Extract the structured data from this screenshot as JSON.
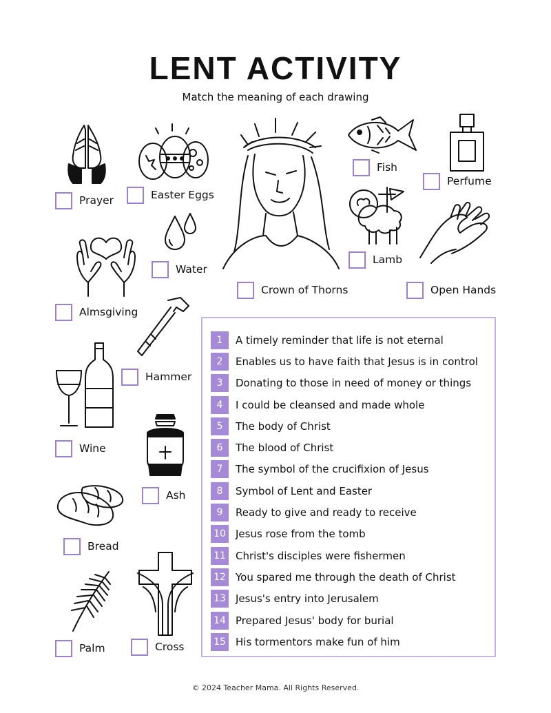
{
  "title": "LENT ACTIVITY",
  "subtitle": "Match the meaning of each drawing",
  "options": [
    {
      "key": "prayer",
      "label": "Prayer"
    },
    {
      "key": "easter_eggs",
      "label": "Easter Eggs"
    },
    {
      "key": "fish",
      "label": "Fish"
    },
    {
      "key": "perfume",
      "label": "Perfume"
    },
    {
      "key": "water",
      "label": "Water"
    },
    {
      "key": "lamb",
      "label": "Lamb"
    },
    {
      "key": "crown",
      "label": "Crown of Thorns"
    },
    {
      "key": "open_hands",
      "label": "Open Hands"
    },
    {
      "key": "almsgiving",
      "label": "Almsgiving"
    },
    {
      "key": "hammer",
      "label": "Hammer"
    },
    {
      "key": "wine",
      "label": "Wine"
    },
    {
      "key": "ash",
      "label": "Ash"
    },
    {
      "key": "bread",
      "label": "Bread"
    },
    {
      "key": "palm",
      "label": "Palm"
    },
    {
      "key": "cross",
      "label": "Cross"
    }
  ],
  "clues": [
    {
      "num": "1",
      "text": "A timely reminder that life is not eternal"
    },
    {
      "num": "2",
      "text": "Enables us to have faith that Jesus is in control"
    },
    {
      "num": "3",
      "text": "Donating to those in need of money or things"
    },
    {
      "num": "4",
      "text": "I could be cleansed and made whole"
    },
    {
      "num": "5",
      "text": "The body of Christ"
    },
    {
      "num": "6",
      "text": "The blood of Christ"
    },
    {
      "num": "7",
      "text": "The symbol of the crucifixion of Jesus"
    },
    {
      "num": "8",
      "text": "Symbol of Lent and Easter"
    },
    {
      "num": "9",
      "text": "Ready to give and ready to receive"
    },
    {
      "num": "10",
      "text": "Jesus rose from the tomb"
    },
    {
      "num": "11",
      "text": "Christ's disciples were fishermen"
    },
    {
      "num": "12",
      "text": "You spared me through the death of Christ"
    },
    {
      "num": "13",
      "text": "Jesus's entry into Jerusalem"
    },
    {
      "num": "14",
      "text": "Prepared Jesus' body for burial"
    },
    {
      "num": "15",
      "text": "His tormentors make fun of him"
    }
  ],
  "footer": "© 2024 Teacher Mama. All Rights Reserved.",
  "colors": {
    "accent": "#a58ad8",
    "checkbox_border": "#9b7fd1",
    "panel_border": "#c5b3e4"
  },
  "illustrations": [
    "praying-hands-icon",
    "easter-eggs-icon",
    "jesus-crown-of-thorns-icon",
    "fish-icon",
    "perfume-bottle-icon",
    "water-drops-icon",
    "lamb-icon",
    "open-hands-icon",
    "hands-heart-icon",
    "hammer-icon",
    "wine-icon",
    "urn-icon",
    "bread-icon",
    "palm-icon",
    "cross-icon"
  ]
}
